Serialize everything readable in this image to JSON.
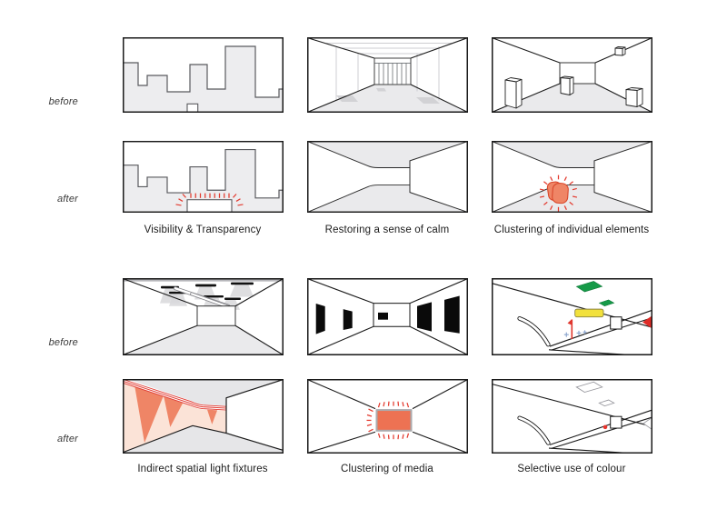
{
  "groups": [
    {
      "rows": [
        {
          "label": "before"
        },
        {
          "label": "after"
        }
      ],
      "captions": [
        "Visibility & Transparency",
        "Restoring a sense of calm",
        "Clustering of individual elements"
      ]
    },
    {
      "rows": [
        {
          "label": "before"
        },
        {
          "label": "after"
        }
      ],
      "captions": [
        "Indirect spatial light fixtures",
        "Clustering of media",
        "Selective use of colour"
      ]
    }
  ],
  "colors": {
    "accent_red": "#E33A2E",
    "salmon": "#EF8566",
    "salmon_light": "#FBE3D7",
    "salmon_deep": "#D9482C",
    "media_red": "#ED7253",
    "panel_gray": "#EAEAEC",
    "mid_gray": "#D2D2D5",
    "bg_gray": "#E6E6E8",
    "line_black": "#1A1A1A",
    "skyline_gray": "#EDEDEF",
    "skyline_stroke": "#595A5E",
    "green": "#169A48",
    "yellow": "#F2E13C",
    "yellow_stroke": "#8A8440",
    "blue_marker": "#8FA8D0",
    "screen_black": "#0A0A0A"
  }
}
